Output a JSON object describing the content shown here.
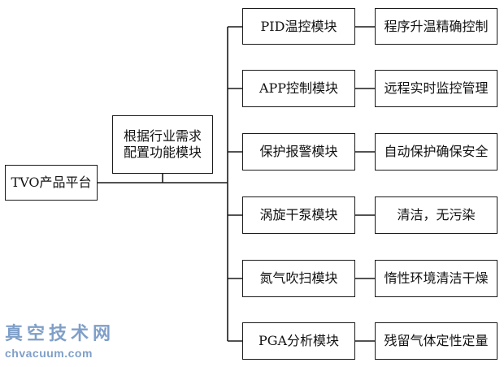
{
  "root": {
    "label": "TVO产品平台"
  },
  "config": {
    "line1": "根据行业需求",
    "line2": "配置功能模块"
  },
  "modules": [
    {
      "name": "PID温控模块",
      "desc": "程序升温精确控制"
    },
    {
      "name": "APP控制模块",
      "desc": "远程实时监控管理"
    },
    {
      "name": "保护报警模块",
      "desc": "自动保护确保安全"
    },
    {
      "name": "涡旋干泵模块",
      "desc": "清洁，无污染"
    },
    {
      "name": "氮气吹扫模块",
      "desc": "惰性环境清洁干燥"
    },
    {
      "name": "PGA分析模块",
      "desc": "残留气体定性定量"
    }
  ],
  "watermark": {
    "cn": "真空技术网",
    "en": "chvacuum.com"
  },
  "colors": {
    "line": "#1a1a1a",
    "watermark": "#7f9fc8"
  }
}
